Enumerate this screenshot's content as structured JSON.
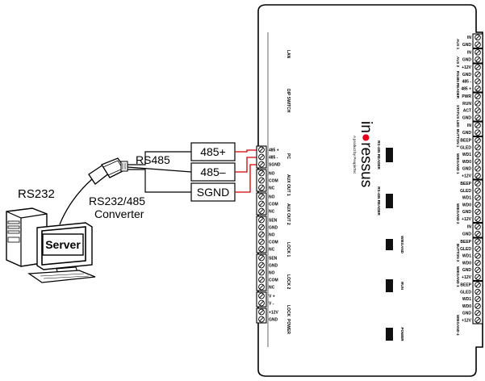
{
  "labels": {
    "rs232": "RS232",
    "rs485": "RS485",
    "converter_line1": "RS232/485",
    "converter_line2": "Converter",
    "server": "Server",
    "pin_485_plus": "485+",
    "pin_485_minus": "485–",
    "pin_sgnd": "SGND"
  },
  "brand": {
    "name_prefix": "in",
    "name_suffix": "ressus",
    "tagline": "A product by PeopleTec",
    "accent_color": "#e2001a"
  },
  "board": {
    "left_section_labels": [
      "LAN",
      "DIP SWITCH",
      "PC",
      "AUX OUT 1",
      "AUX OUT 2",
      "LOCK 1",
      "LOCK 2",
      "LOCK",
      "POWER"
    ],
    "left_terminals": {
      "pc": [
        "485 +",
        "485 -",
        "SGND"
      ],
      "aux_out_1": [
        "NO",
        "COM",
        "NC"
      ],
      "aux_out_2": [
        "NO",
        "COM",
        "NC"
      ],
      "lock1": [
        "SEN",
        "GND",
        "NO",
        "COM",
        "NC"
      ],
      "lock2": [
        "SEN",
        "GND",
        "NO",
        "COM",
        "NC"
      ],
      "lock": [
        "V +",
        "V -"
      ],
      "power": [
        "+12V",
        "GND"
      ]
    },
    "center_labels": [
      "RS-485 READER",
      "RS-485 READER",
      "WIEGAND",
      "RUN",
      "POWER"
    ],
    "right_section_labels": [
      "AUX 1",
      "AUX 2",
      "RS485 READER",
      "STATUS LED",
      "BUTTON 1",
      "WIEGAND 1",
      "WIEGAND 2",
      "BUTTON 2",
      "WIEGAND 3",
      "WIEGAND 4"
    ],
    "right_terminals": {
      "aux1": [
        "IN",
        "GND"
      ],
      "aux2": [
        "IN",
        "GND"
      ],
      "rs485_reader": [
        "+12V",
        "GND",
        "485 -",
        "485 +"
      ],
      "status_led": [
        "PWR",
        "RUN",
        "ACT",
        "GND"
      ],
      "button1": [
        "IN",
        "GND"
      ],
      "wiegand1": [
        "BEEP",
        "GLED",
        "WD1",
        "WD0",
        "GND",
        "+12V"
      ],
      "wiegand2": [
        "BEEP",
        "GLED",
        "WD1",
        "WD0",
        "GND",
        "+12V"
      ],
      "button2": [
        "IN",
        "GND"
      ],
      "wiegand3": [
        "BEEP",
        "GLED",
        "WD1",
        "WD0",
        "GND",
        "+12V"
      ],
      "wiegand4": [
        "BEEP",
        "GLED",
        "WD1",
        "WD0",
        "GND",
        "+12V"
      ]
    }
  },
  "colors": {
    "wire_red": "#d40000",
    "line": "#000000"
  }
}
